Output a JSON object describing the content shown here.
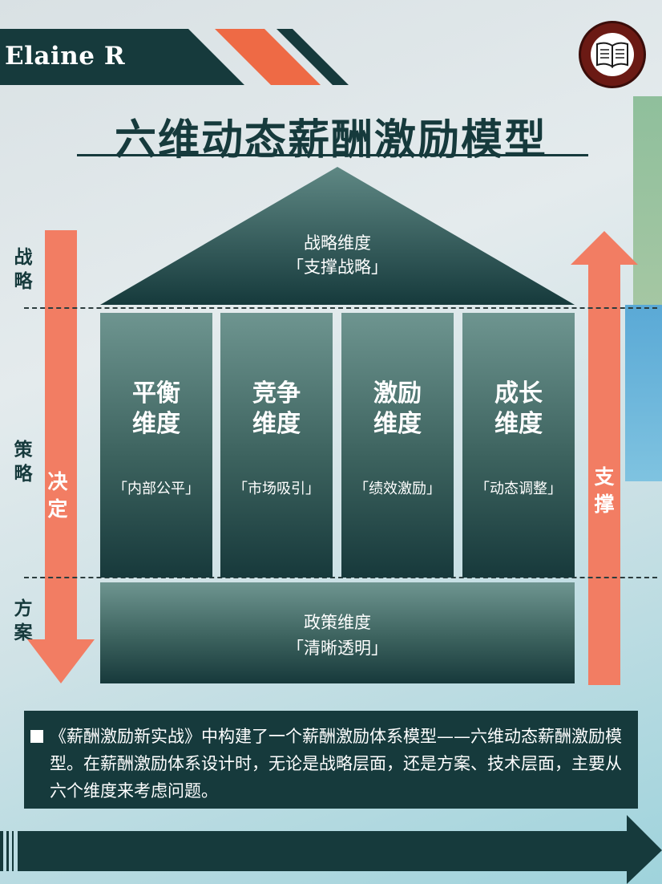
{
  "header": {
    "brand": "Elaine R",
    "logo_icon": "open-book-icon"
  },
  "title": "六维动态薪酬激励模型",
  "side_labels": [
    "战略",
    "策略",
    "方案"
  ],
  "arrows": {
    "left": {
      "label": "决定",
      "color": "#f27d63"
    },
    "right": {
      "label": "支撑",
      "color": "#f27d63"
    }
  },
  "roof": {
    "name": "战略维度",
    "sub": "「支撑战略」"
  },
  "pillars": [
    {
      "name_line1": "平衡",
      "name_line2": "维度",
      "sub": "「内部公平」"
    },
    {
      "name_line1": "竞争",
      "name_line2": "维度",
      "sub": "「市场吸引」"
    },
    {
      "name_line1": "激励",
      "name_line2": "维度",
      "sub": "「绩效激励」"
    },
    {
      "name_line1": "成长",
      "name_line2": "维度",
      "sub": "「动态调整」"
    }
  ],
  "base": {
    "name": "政策维度",
    "sub": "「清晰透明」"
  },
  "description": "《薪酬激励新实战》中构建了一个薪酬激励体系模型——六维动态薪酬激励模型。在薪酬激励体系设计时，无论是战略层面，还是方案、技术层面，主要从六个维度来考虑问题。",
  "colors": {
    "dark_teal": "#163a3c",
    "orange": "#ee6a45",
    "arrow_salmon": "#f27d63"
  }
}
